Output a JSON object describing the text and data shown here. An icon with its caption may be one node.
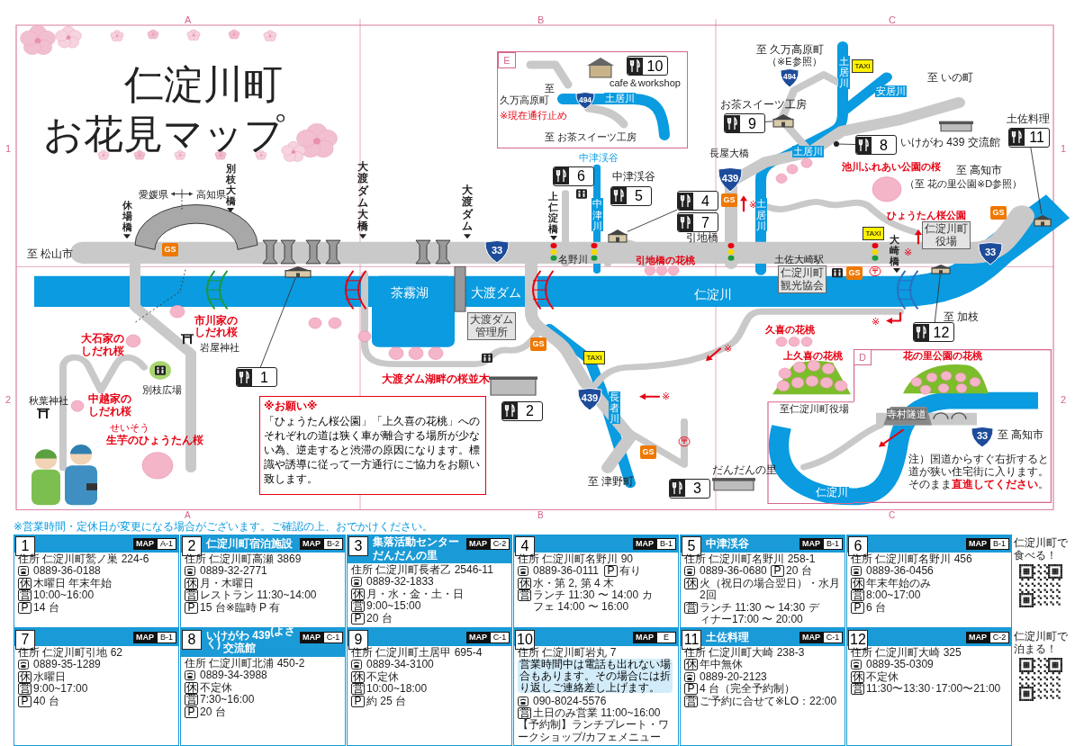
{
  "diagram": {
    "title": "仁淀川町お花見マップ",
    "nodes": [
      {
        "text": [
          "cafe＆workshop",
          "至久万高原町",
          "土居川",
          "※現在通行止め",
          "至 お茶スイーツ工房"
        ]
      },
      {
        "text": [
          "E"
        ],
        "in": 0
      },
      {
        "text": [
          "494"
        ],
        "in": 0
      },
      {
        "text": [
          "10"
        ],
        "in": 0
      },
      {
        "text": [
          "9"
        ],
        "beside": [
          "お茶スイーツ工房"
        ]
      },
      {
        "text": [],
        "shape": "building"
      },
      {
        "text": [
          "8"
        ],
        "beside": [
          "いけがわ 439 交流館"
        ]
      },
      {
        "text": [],
        "shape": "circle"
      },
      {
        "text": [
          "11"
        ],
        "beside": [
          "土佐料理"
        ]
      },
      {
        "text": [],
        "shape": "building"
      },
      {
        "text": [
          "6"
        ]
      },
      {
        "text": [
          "5"
        ],
        "beside": [
          "中津渓谷"
        ]
      },
      {
        "text": [
          "4"
        ]
      },
      {
        "text": [],
        "shape": "building"
      },
      {
        "text": [
          "7"
        ],
        "beside": [
          "引地橋"
        ]
      },
      {
        "text": [
          "1"
        ]
      },
      {
        "text": [],
        "shape": "building"
      },
      {
        "text": [
          "2"
        ]
      },
      {
        "text": [
          "3"
        ],
        "beside": [
          "だんだんの里"
        ]
      },
      {
        "text": [
          "12"
        ]
      },
      {
        "text": [],
        "shape": "building"
      },
      {
        "text": [
          "仁淀川町役場"
        ]
      },
      {
        "text": [
          "仁淀川町観光協会"
        ]
      },
      {
        "text": [
          "大渡ダム管理所"
        ]
      },
      {
        "text": [
          "494"
        ]
      },
      {
        "text": [
          "439"
        ]
      },
      {
        "text": [
          "33"
        ]
      },
      {
        "text": [
          "33"
        ]
      },
      {
        "text": [
          "439"
        ]
      },
      {
        "text": [
          "GS"
        ]
      },
      {
        "text": [
          "GS"
        ]
      },
      {
        "text": [
          "GS"
        ]
      },
      {
        "text": [
          "GS"
        ]
      },
      {
        "text": [
          "GS"
        ]
      },
      {
        "text": [
          "GS"
        ]
      },
      {
        "text": [
          "TAXI"
        ]
      },
      {
        "text": [
          "TAXI"
        ]
      },
      {
        "text": [
          "TAXI"
        ]
      },
      {
        "text": [
          "※お願い※",
          "「ひょうたん桜公園」「上久喜の花桃」へのそれぞれの道は狭く車が離合する場所が少ない為、逆走すると渋滞の原因になります。標識や誘導に従って一方通行にご協力をお願い致します。"
        ]
      },
      {
        "text": [
          "花の里公園の花桃",
          "寺村隧道",
          "至 高知市",
          "注）国道からすぐ右折すると道が狭い住宅街に入ります。そのまま**直進してください**。"
        ]
      },
      {
        "text": [
          "D"
        ],
        "in": 39
      },
      {
        "text": [
          "33"
        ],
        "in": 39
      },
      {
        "text": [
          "1",
          "MAP",
          "A-1",
          "住所 仁淀川町鷲ノ巣 224-6",
          "0889-36-0188",
          "休",
          "木曜日 年末年始",
          "営",
          "10:00~16:00",
          "P",
          "14 台"
        ]
      },
      {
        "text": [
          "2",
          "仁淀川町宿泊施設",
          "MAP",
          "B-2",
          "住所 仁淀川町高瀬 3869",
          "0889-32-2771",
          "休",
          "月・木曜日",
          "営",
          "レストラン 11:30~14:00",
          "P",
          "15 台※臨時 P 有"
        ]
      },
      {
        "text": [
          "3",
          "集落活動センター",
          "だんだんの里",
          "MAP",
          "C-2",
          "住所 仁淀川町長者乙 2546-11",
          "0889-32-1833",
          "休",
          "月・水・金・土・日",
          "営",
          "9:00~15:00",
          "P",
          "20 台"
        ]
      },
      {
        "text": [
          "4",
          "MAP",
          "B-1",
          "住所 仁淀川町名野川 90",
          "0889-36-0111",
          "休",
          "水・第 2, 第 4 木",
          "営",
          "ランチ 11:30 〜 14:00 カフェ 14:00 〜 16:00",
          "P",
          "有り"
        ]
      },
      {
        "text": [
          "5",
          "中津渓谷",
          "MAP",
          "B-1",
          "住所 仁淀川町名野川 258-1",
          "0889-36-0680",
          "休",
          "火（祝日の場合翌日）・水月2回",
          "営",
          "ランチ 11:30 〜 14:30 ディナー17:00 〜 20:00",
          "P",
          "20 台"
        ]
      },
      {
        "text": [
          "6",
          "MAP",
          "B-1",
          "住所 仁淀川町名野川 456",
          "0889-36-0456",
          "休",
          "年末年始のみ",
          "営",
          "8:00~17:00",
          "P",
          "6 台"
        ]
      },
      {
        "text": [
          "7",
          "MAP",
          "B-1",
          "住所 仁淀川町引地 62",
          "0889-35-1289",
          "休",
          "水曜日",
          "営",
          "9:00~17:00",
          "P",
          "40 台"
        ]
      },
      {
        "text": [
          "8",
          "いけがわ 439$^{(よさく)}$ 交流館",
          "MAP",
          "C-1",
          "住所 仁淀川町北浦 450-2",
          "0889-34-3988",
          "休",
          "不定休",
          "営",
          "7:30~16:00",
          "P",
          "20 台"
        ]
      },
      {
        "text": [
          "9",
          "MAP",
          "C-1",
          "住所 仁淀川町土居甲 695-4",
          "0889-34-3100",
          "休",
          "不定休",
          "営",
          "10:00~18:00",
          "P",
          "約 25 台"
        ]
      },
      {
        "text": [
          "10",
          "MAP",
          "E",
          "住所 仁淀川町岩丸 7",
          "営業時間中は電話も出れない場合もあります。その場合には折り返しご連絡差し上げます。",
          "090-8024-5576",
          "営",
          "土日のみ営業 11:00~16:00",
          "【予約制】ランチプレート・ワークショップ/カフェメニュー"
        ]
      },
      {
        "text": [
          "11",
          "土佐料理",
          "MAP",
          "C-1",
          "住所 仁淀川町大崎 238-3",
          "休",
          "年中無休",
          "0889-20-2123",
          "P",
          "4 台（完全予約制）",
          "営",
          "ご予約に合せて※LO：22:00"
        ]
      },
      {
        "text": [
          "12",
          "MAP",
          "C-2",
          "住所 仁淀川町大崎 325",
          "0889-35-0309",
          "休",
          "不定休",
          "営",
          "11:30〜13:30･17:00〜21:00"
        ]
      }
    ],
    "edges": [
      {
        "from": 4,
        "to": 5,
        "arrow": "none"
      },
      {
        "from": 6,
        "to": 7,
        "arrow": "none"
      },
      {
        "from": 8,
        "to": 9,
        "arrow": "none"
      },
      {
        "from": 12,
        "to": 13,
        "arrow": "none"
      },
      {
        "from": 15,
        "to": 16,
        "arrow": "none"
      },
      {
        "from": 19,
        "to": 20,
        "arrow": "none"
      }
    ],
    "labels": [
      "A",
      "B",
      "C",
      "至 久万高原町",
      "（※E参照）",
      "土居川",
      "至 いの町",
      "安居川",
      "1",
      "中津渓谷",
      "長屋大橋",
      "土居川",
      "1",
      "池川ふれあい公園の桜",
      "至 高知市",
      "別枝大橋",
      "大渡ダム大橋",
      "（至 花の里公園※D参照）",
      "休場橋",
      "愛媛県",
      "高知県",
      "大渡ダム",
      "上仁淀橋",
      "中津川",
      "※",
      "土居川",
      "ひょうたん桜公園",
      "至 松山市",
      "名野川",
      "引地橋の花桃",
      "土佐大崎駅",
      "大崎橋",
      "※",
      "茶霧湖",
      "大渡ダム",
      "仁淀川",
      "市川家のしだれ桜",
      "久喜の花桃",
      "※",
      "至 加枝",
      "大石家のしだれ桜",
      "岩屋神社",
      "※",
      "上久喜の花桃",
      "大渡ダム湖畔の桜並木",
      "別枝広場",
      "2",
      "秋葉神社",
      "中越家のしだれ桜",
      "長者川",
      "※",
      "至仁淀川町役場",
      "2",
      "せいそう",
      "生芋のひょうたん桜",
      "至 津野町",
      "仁淀川",
      "A",
      "B",
      "C",
      "※営業時間・定休日が変更になる場合がございます。ご確認の上、おでかけください。",
      "仁淀川町で食べる！",
      "仁淀川町で泊まる！"
    ]
  }
}
